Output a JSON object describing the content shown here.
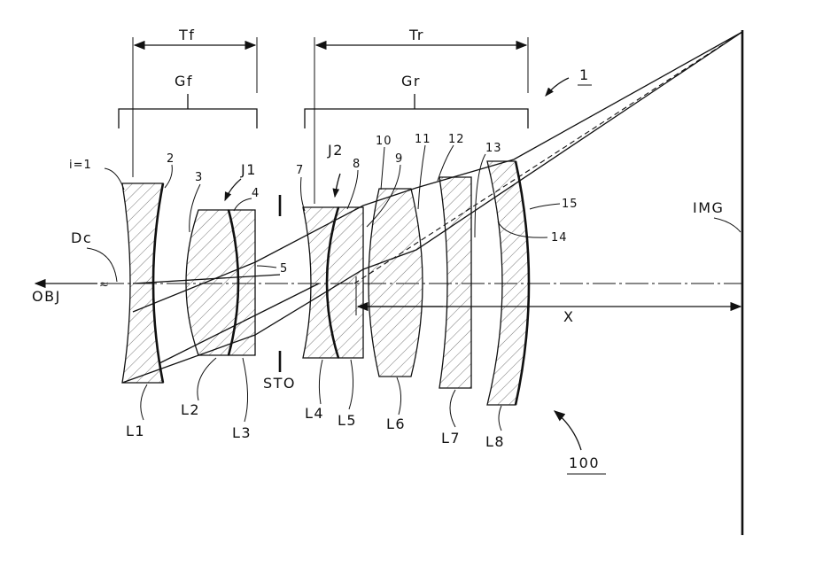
{
  "labels": {
    "tf": "Tf",
    "tr": "Tr",
    "gf": "Gf",
    "gr": "Gr",
    "j1": "J1",
    "j2": "J2",
    "i1": "i=1",
    "dc": "Dc",
    "obj": "OBJ",
    "img": "IMG",
    "sto": "STO",
    "x": "X",
    "ref1": "1",
    "ref100": "100",
    "s2": "2",
    "s3": "3",
    "s4": "4",
    "s5": "5",
    "s7": "7",
    "s8": "8",
    "s9": "9",
    "s10": "10",
    "s11": "11",
    "s12": "12",
    "s13": "13",
    "s14": "14",
    "s15": "15",
    "l1": "L1",
    "l2": "L2",
    "l3": "L3",
    "l4": "L4",
    "l5": "L5",
    "l6": "L6",
    "l7": "L7",
    "l8": "L8"
  },
  "colors": {
    "ink": "#111111",
    "background": "#ffffff"
  }
}
